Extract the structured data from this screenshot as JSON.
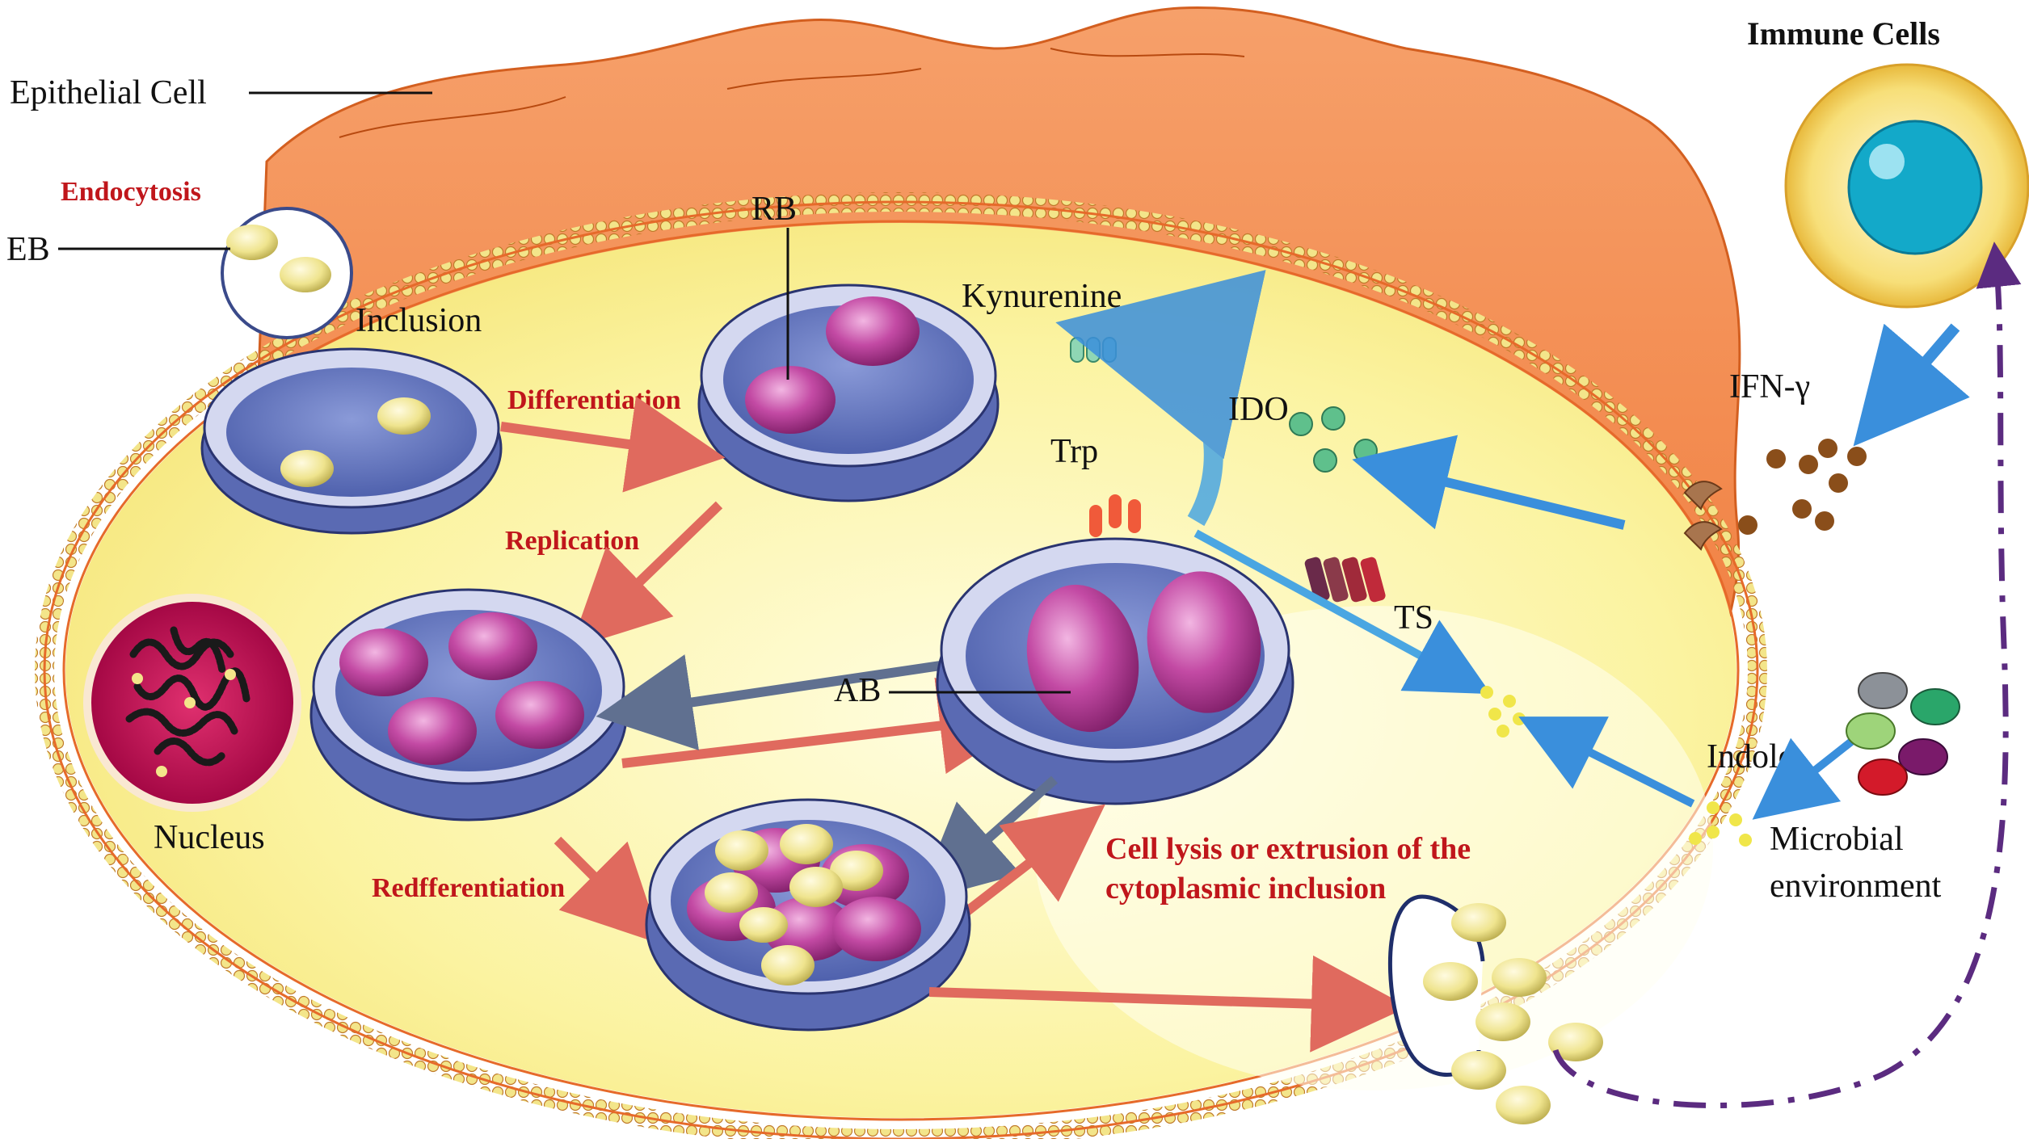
{
  "labels": {
    "epithelial_cell": "Epithelial Cell",
    "endocytosis": "Endocytosis",
    "eb": "EB",
    "inclusion": "Inclusion",
    "rb": "RB",
    "kynurenine": "Kynurenine",
    "differentiation": "Differentiation",
    "ido": "IDO",
    "trp": "Trp",
    "replication": "Replication",
    "ts": "TS",
    "ab": "AB",
    "nucleus": "Nucleus",
    "redifferentiation": "Redfferentiation",
    "cell_lysis_line1": "Cell lysis or extrusion of  the",
    "cell_lysis_line2": "cytoplasmic inclusion",
    "immune_cells": "Immune Cells",
    "ifn_gamma": "IFN-γ",
    "indole": "Indole",
    "microbial_line1": "Microbial",
    "microbial_line2": "environment"
  },
  "colors": {
    "membrane": "#f07a3a",
    "cytoplasm": "#fbf6a8",
    "inclusion_body": "#6e7fc6",
    "rb_body": "#b2358f",
    "eb_body": "#efe48e",
    "nucleus": "#c40a55",
    "immune_core": "#13a9c9",
    "red_arrow": "#e06a5e",
    "blue_arrow": "#3a8fdc",
    "label_red": "#c0161b",
    "dashed_arrow": "#5b2b80"
  }
}
